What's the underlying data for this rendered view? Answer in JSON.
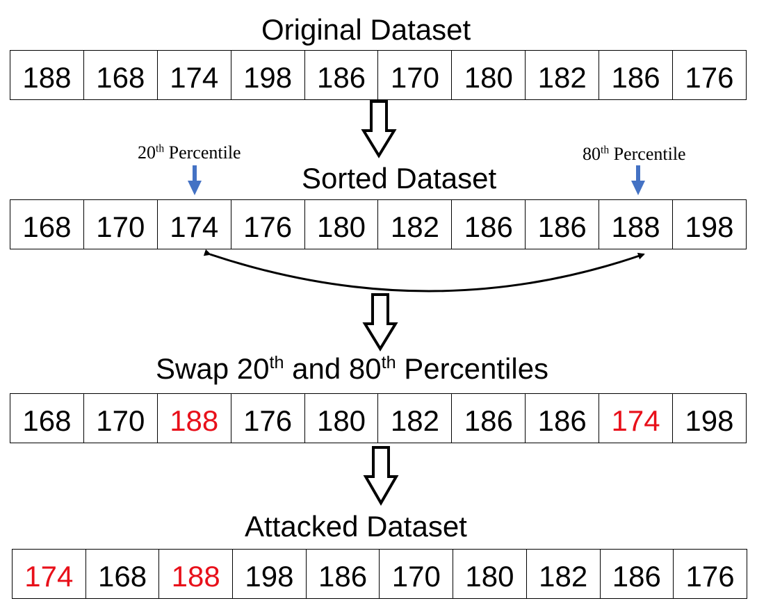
{
  "original": {
    "title": "Original Dataset",
    "values": [
      "188",
      "168",
      "174",
      "198",
      "186",
      "170",
      "180",
      "182",
      "186",
      "176"
    ],
    "highlight": []
  },
  "sorted": {
    "title": "Sorted Dataset",
    "values": [
      "168",
      "170",
      "174",
      "176",
      "180",
      "182",
      "186",
      "186",
      "188",
      "198"
    ],
    "highlight": [],
    "p20": {
      "num": "20",
      "sup": "th",
      "text": " Percentile"
    },
    "p80": {
      "num": "80",
      "sup": "th",
      "text": " Percentile"
    }
  },
  "swap": {
    "title_a": "Swap 20",
    "sup_a": "th",
    "title_b": " and  80",
    "sup_b": "th",
    "title_c": " Percentiles",
    "values": [
      "168",
      "170",
      "188",
      "176",
      "180",
      "182",
      "186",
      "186",
      "174",
      "198"
    ],
    "highlight": [
      2,
      8
    ]
  },
  "attacked": {
    "title": "Attacked Dataset",
    "values": [
      "174",
      "168",
      "188",
      "198",
      "186",
      "170",
      "180",
      "182",
      "186",
      "176"
    ],
    "highlight": [
      0,
      2
    ]
  },
  "colors": {
    "highlight": "#e8101a",
    "marker": "#4472c4",
    "text": "#000000"
  }
}
